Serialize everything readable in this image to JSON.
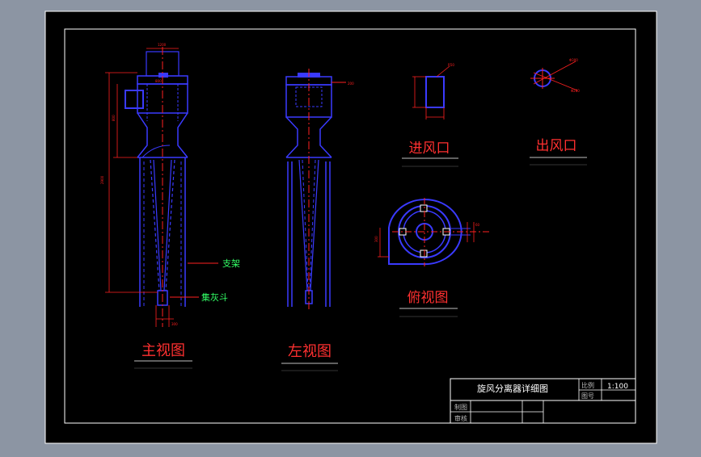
{
  "view_titles": {
    "main": "主视图",
    "left": "左视图",
    "inlet": "进风口",
    "outlet": "出风口",
    "top": "俯视图"
  },
  "callouts": {
    "support": "支架",
    "ash_hopper": "集灰斗"
  },
  "title_block": {
    "drawing_name": "旋风分离器详细图",
    "scale_label": "比例",
    "drawing_no_label": "图号",
    "scale_value": "1:100",
    "drafter_label": "制图",
    "reviewer_label": "审核"
  },
  "colors": {
    "background": "#000000",
    "frame": "#ffffff",
    "body": "#3a3aff",
    "dimension": "#ff2020",
    "centerline": "#ff2020",
    "callout": "#33ff66",
    "title_text": "#ff3030"
  }
}
